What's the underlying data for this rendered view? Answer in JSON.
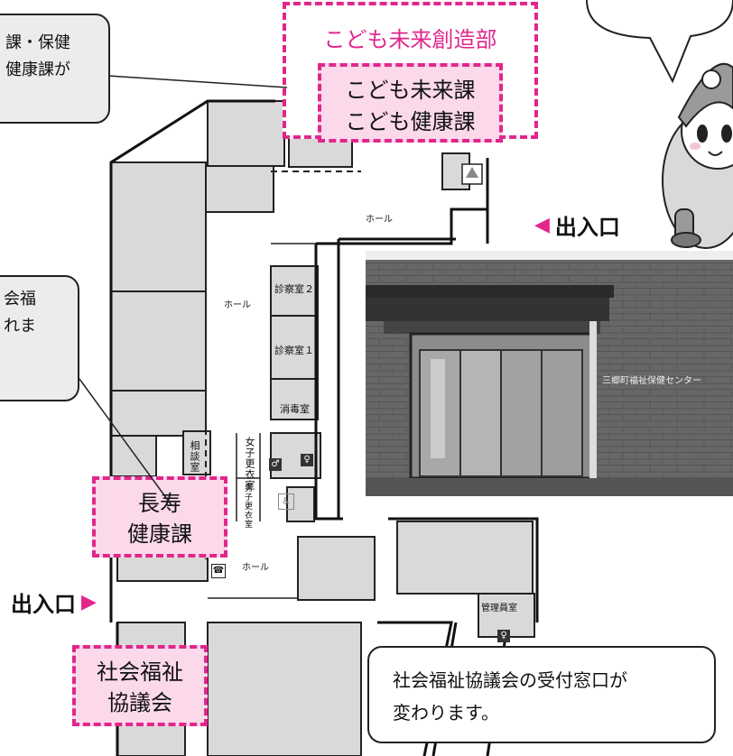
{
  "departments": {
    "kodomo_mirai_souzoubu": "こども未来創造部",
    "kodomo_mirai_ka": "こども未来課",
    "kodomo_kenkou_ka": "こども健康課",
    "choju_kenkou_ka": [
      "長寿",
      "健康課"
    ],
    "shakai_fukushi": [
      "社会福祉",
      "協議会"
    ]
  },
  "entrances": {
    "right": "出入口",
    "left": "出入口"
  },
  "rooms": {
    "hall_top": "ホール",
    "hall_mid": "ホール",
    "hall_bottom": "ホール",
    "shinsatsu2": "診察室２",
    "shinsatsu1": "診察室１",
    "shoudoku": "消毒室",
    "soudan": "相談室",
    "joshi_kouishitsu": "女子更衣室",
    "danshi_kouishitsu": "男子更衣室",
    "kanriin": "管理員室"
  },
  "callouts": {
    "top_left": [
      "課・保健",
      "健康課が"
    ],
    "mid_left": [
      "会福",
      "れま"
    ],
    "bottom_right": [
      "社会福祉協議会の受付窓口が",
      "変わります。"
    ]
  },
  "photo": {
    "building_sign": "三郷町福祉保健センター"
  },
  "icons": [
    "toilet-icon",
    "accessible-toilet-icon",
    "phone-icon",
    "mascot-icon"
  ],
  "colors": {
    "accent": "#e2268c",
    "accent_fill": "#fbd9ea",
    "room_fill": "#d9d9d9"
  }
}
